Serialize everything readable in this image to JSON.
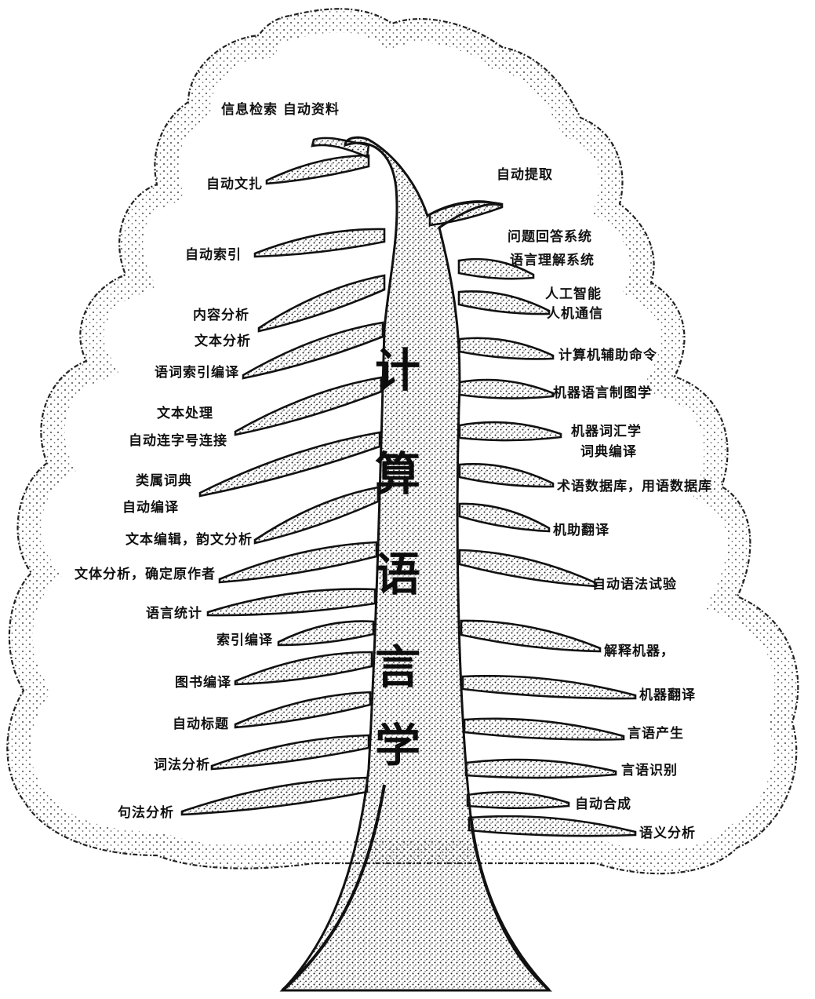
{
  "title_chars": [
    "计",
    "算",
    "语",
    "言",
    "学"
  ],
  "crown_label": "信息检索 自动资料",
  "left_labels": [
    "自动文扎",
    "自动索引",
    "内容分析",
    "文本分析",
    "语词索引编译",
    "文本处理",
    "自动连字号连接",
    "类属词典",
    "自动编译",
    "文本编辑，韵文分析",
    "文体分析，确定原作者",
    "语言统计",
    "索引编译",
    "图书编译",
    "自动标题",
    "词法分析",
    "句法分析"
  ],
  "right_labels": [
    "自动提取",
    "问题回答系统",
    "语言理解系统",
    "人工智能",
    "人机通信",
    "计算机辅助命令",
    "机器语言制图学",
    "机器词汇学",
    "词典编译",
    "术语数据库，用语数据库",
    "机助翻译",
    "自动语法试验",
    "解释机器，",
    "机器翻译",
    "言语产生",
    "言语识别",
    "自动合成",
    "语义分析"
  ],
  "colors": {
    "ink": "#111111",
    "paper": "#ffffff",
    "stipple": "#3a3a3a"
  }
}
